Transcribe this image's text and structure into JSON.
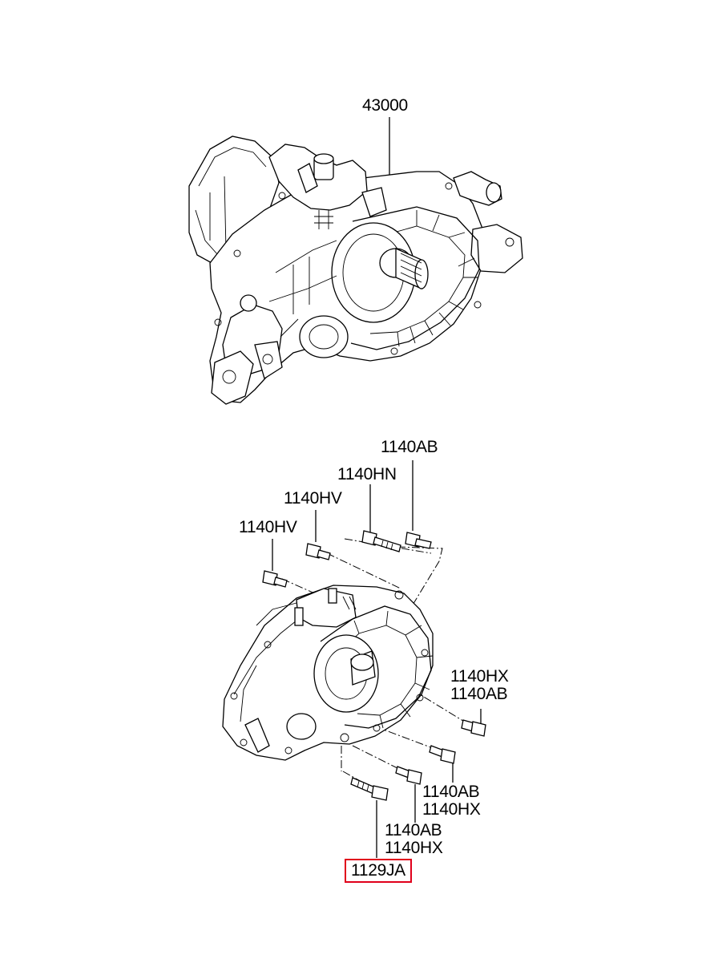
{
  "diagram": {
    "labels": {
      "transaxle_assy": "43000",
      "bolt_top_right": "1140AB",
      "bolt_hn": "1140HN",
      "bolt_hv_upper": "1140HV",
      "bolt_hv_lower": "1140HV",
      "bolt_right_1": "1140HX",
      "bolt_right_2": "1140AB",
      "bolt_lower_mid_1": "1140AB",
      "bolt_lower_mid_2": "1140HX",
      "bolt_bottom_1": "1140AB",
      "bolt_bottom_2": "1140HX",
      "highlighted_part": "1129JA"
    },
    "colors": {
      "line": "#000000",
      "highlight": "#e0001b",
      "background": "#ffffff"
    }
  }
}
